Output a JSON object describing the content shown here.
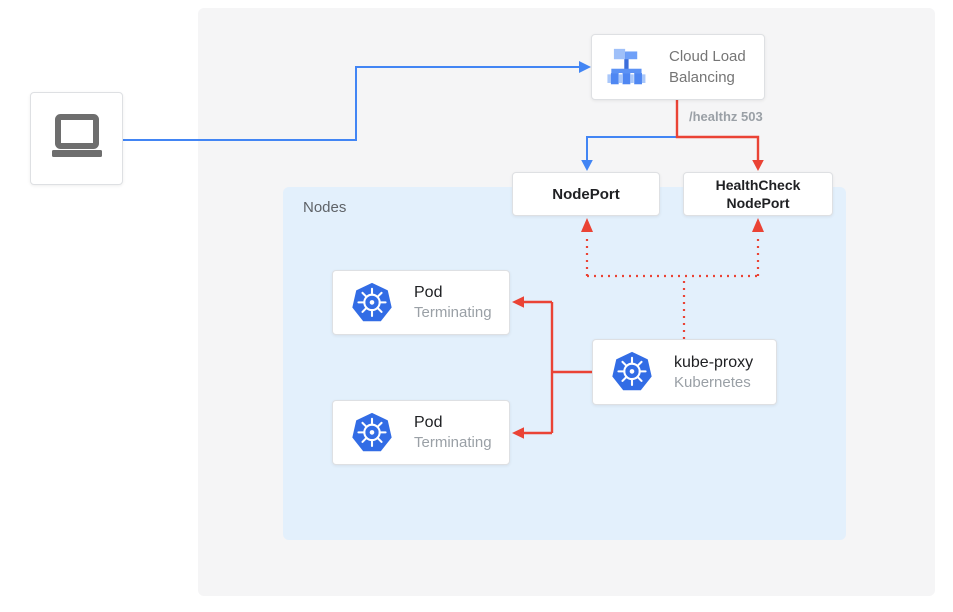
{
  "diagram": {
    "title_hint": "GKE load-balancer traffic during pod termination",
    "client": {
      "icon": "laptop-icon"
    },
    "cloud_load_balancing": {
      "icon": "cloud-load-balancing-icon",
      "label": "Cloud Load\nBalancing"
    },
    "healthz_badge": "/healthz 503",
    "nodeport": {
      "label": "NodePort"
    },
    "healthcheck_nodeport": {
      "label": "HealthCheck\nNodePort"
    },
    "nodes_panel": {
      "label": "Nodes"
    },
    "pods": [
      {
        "icon": "kubernetes-icon",
        "title": "Pod",
        "status": "Terminating"
      },
      {
        "icon": "kubernetes-icon",
        "title": "Pod",
        "status": "Terminating"
      }
    ],
    "kube_proxy": {
      "icon": "kubernetes-icon",
      "title": "kube-proxy",
      "subtitle": "Kubernetes"
    },
    "colors": {
      "blue_flow": "#4285F4",
      "red_flow": "#EA4335",
      "outer_panel_bg": "#F5F5F6",
      "nodes_panel_bg": "#E3F0FC",
      "kubernetes_blue": "#326CE5",
      "card_border": "#DEE0E3",
      "text_primary": "#202124",
      "text_secondary": "#9AA0A6",
      "text_panel_label": "#5F6368",
      "laptop_gray": "#6E6E6E"
    }
  }
}
